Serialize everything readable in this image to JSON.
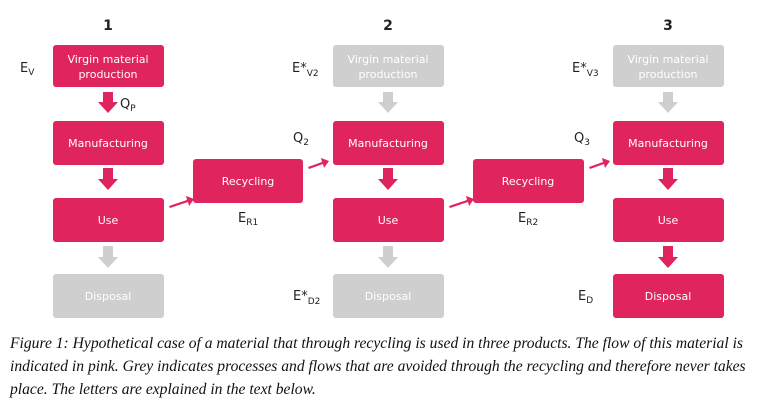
{
  "colors": {
    "pink": "#e0245e",
    "grey": "#cfcfcf",
    "pink_text": "#ffffff",
    "grey_text": "#ffffff"
  },
  "columns": [
    {
      "number": "1",
      "virgin": {
        "line1": "Virgin material",
        "line2": "production",
        "state": "pink"
      },
      "manufacturing": {
        "label": "Manufacturing",
        "state": "pink"
      },
      "use": {
        "label": "Use",
        "state": "pink"
      },
      "disposal": {
        "label": "Disposal",
        "state": "grey"
      },
      "arrows": {
        "virgin_to_manufacturing": "pink",
        "manufacturing_to_use": "pink",
        "use_to_disposal": "grey"
      }
    },
    {
      "number": "2",
      "virgin": {
        "line1": "Virgin material",
        "line2": "production",
        "state": "grey"
      },
      "manufacturing": {
        "label": "Manufacturing",
        "state": "pink"
      },
      "use": {
        "label": "Use",
        "state": "pink"
      },
      "disposal": {
        "label": "Disposal",
        "state": "grey"
      },
      "arrows": {
        "virgin_to_manufacturing": "grey",
        "manufacturing_to_use": "pink",
        "use_to_disposal": "grey"
      }
    },
    {
      "number": "3",
      "virgin": {
        "line1": "Virgin material",
        "line2": "production",
        "state": "grey"
      },
      "manufacturing": {
        "label": "Manufacturing",
        "state": "pink"
      },
      "use": {
        "label": "Use",
        "state": "pink"
      },
      "disposal": {
        "label": "Disposal",
        "state": "pink"
      },
      "arrows": {
        "virgin_to_manufacturing": "grey",
        "manufacturing_to_use": "pink",
        "use_to_disposal": "pink"
      }
    }
  ],
  "recycling": [
    {
      "label": "Recycling",
      "state": "pink"
    },
    {
      "label": "Recycling",
      "state": "pink"
    }
  ],
  "variables": {
    "ev": {
      "main": "E",
      "sub": "V"
    },
    "qp": {
      "main": "Q",
      "sub": "P"
    },
    "ev2": {
      "main": "E*",
      "sub": "V2"
    },
    "q2": {
      "main": "Q",
      "sub": "2"
    },
    "er1": {
      "main": "E",
      "sub": "R1"
    },
    "ed2": {
      "main": "E*",
      "sub": "D2"
    },
    "ev3": {
      "main": "E*",
      "sub": "V3"
    },
    "q3": {
      "main": "Q",
      "sub": "3"
    },
    "er2": {
      "main": "E",
      "sub": "R2"
    },
    "ed": {
      "main": "E",
      "sub": "D"
    }
  },
  "caption": "Figure 1: Hypothetical case of a material that through recycling is used in three products. The flow of this material is indicated in pink. Grey indicates processes and flows that are avoided through the recycling and therefore never takes place. The letters are explained in the text below."
}
